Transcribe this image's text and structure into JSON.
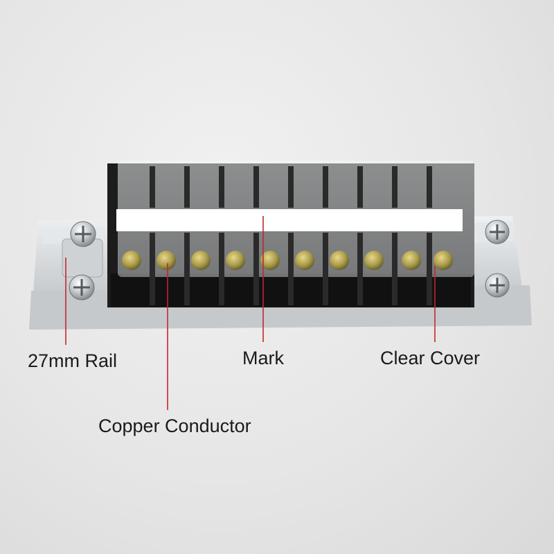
{
  "labels": {
    "rail": "27mm Rail",
    "mark": "Mark",
    "cover": "Clear Cover",
    "copper": "Copper Conductor"
  },
  "colors": {
    "background": "#e6e6e6",
    "rail": "#d4d7da",
    "terminal_body": "#1c1c1c",
    "mark_strip": "#ffffff",
    "screw_brass": "#a89a4a",
    "leader_line": "#c0272d"
  },
  "terminal_count": 10
}
